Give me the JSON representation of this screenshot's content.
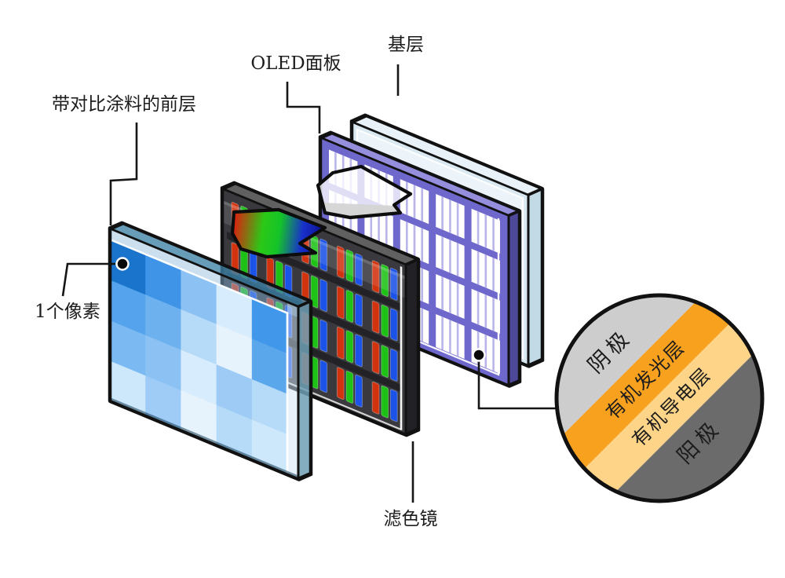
{
  "callouts": {
    "front_layer": "带对比涂料的前层",
    "oled_panel": "OLED面板",
    "base_layer": "基层",
    "one_pixel": "1个像素",
    "color_filter": "滤色镜"
  },
  "cross_section": [
    {
      "label": "阴极",
      "fill": "#cdcdcd",
      "text": "#3d3d3d"
    },
    {
      "label": "有机发光层",
      "fill": "#f7a11f",
      "text": "#463413"
    },
    {
      "label": "有机导电层",
      "fill": "#fdd488",
      "text": "#3d3d3d"
    },
    {
      "label": "阳极",
      "fill": "#6b6b6b",
      "text": "#cccccc"
    }
  ],
  "panels": {
    "front_layer": {
      "pixels": [
        [
          "#1a74cb",
          "#3f94e8",
          "#8cc2f3",
          "#d7ecfc",
          "#4197ea"
        ],
        [
          "#54a3ec",
          "#6db2ef",
          "#b6dbf9",
          "#e6f3fd",
          "#5aa7ec"
        ],
        [
          "#7ab9f1",
          "#8cc2f3",
          "#d7ecfc",
          "#9dcbf5",
          "#b6dbf9"
        ],
        [
          "#cde7fb",
          "#9fccf6",
          "#e6f3fd",
          "#b6dbf9",
          "#cde7fb"
        ]
      ]
    },
    "color_filter": {
      "bar_colors": [
        "#d2330f",
        "#1ec217",
        "#1b53e8"
      ],
      "face": "#3a3a3e",
      "gutter": "#232327",
      "top": "#606060",
      "side": "#222226"
    },
    "oled_panel": {
      "frame": "#6f68cc",
      "slot": "#ffffff",
      "mullion": "#b9b5ea",
      "top": "#958edd",
      "side": "#4e4898"
    },
    "base_layer": {
      "face": "#d9e8f1",
      "top": "#e7f1f7",
      "side": "#c2dae6"
    }
  },
  "arrows": {
    "rgb_stops": [
      "#e01c10",
      "#2cc816",
      "#14c428",
      "#1830cc",
      "#0b0b86"
    ]
  },
  "colors": {
    "outline": "#111111",
    "leader": "#151515",
    "background": "#ffffff"
  }
}
